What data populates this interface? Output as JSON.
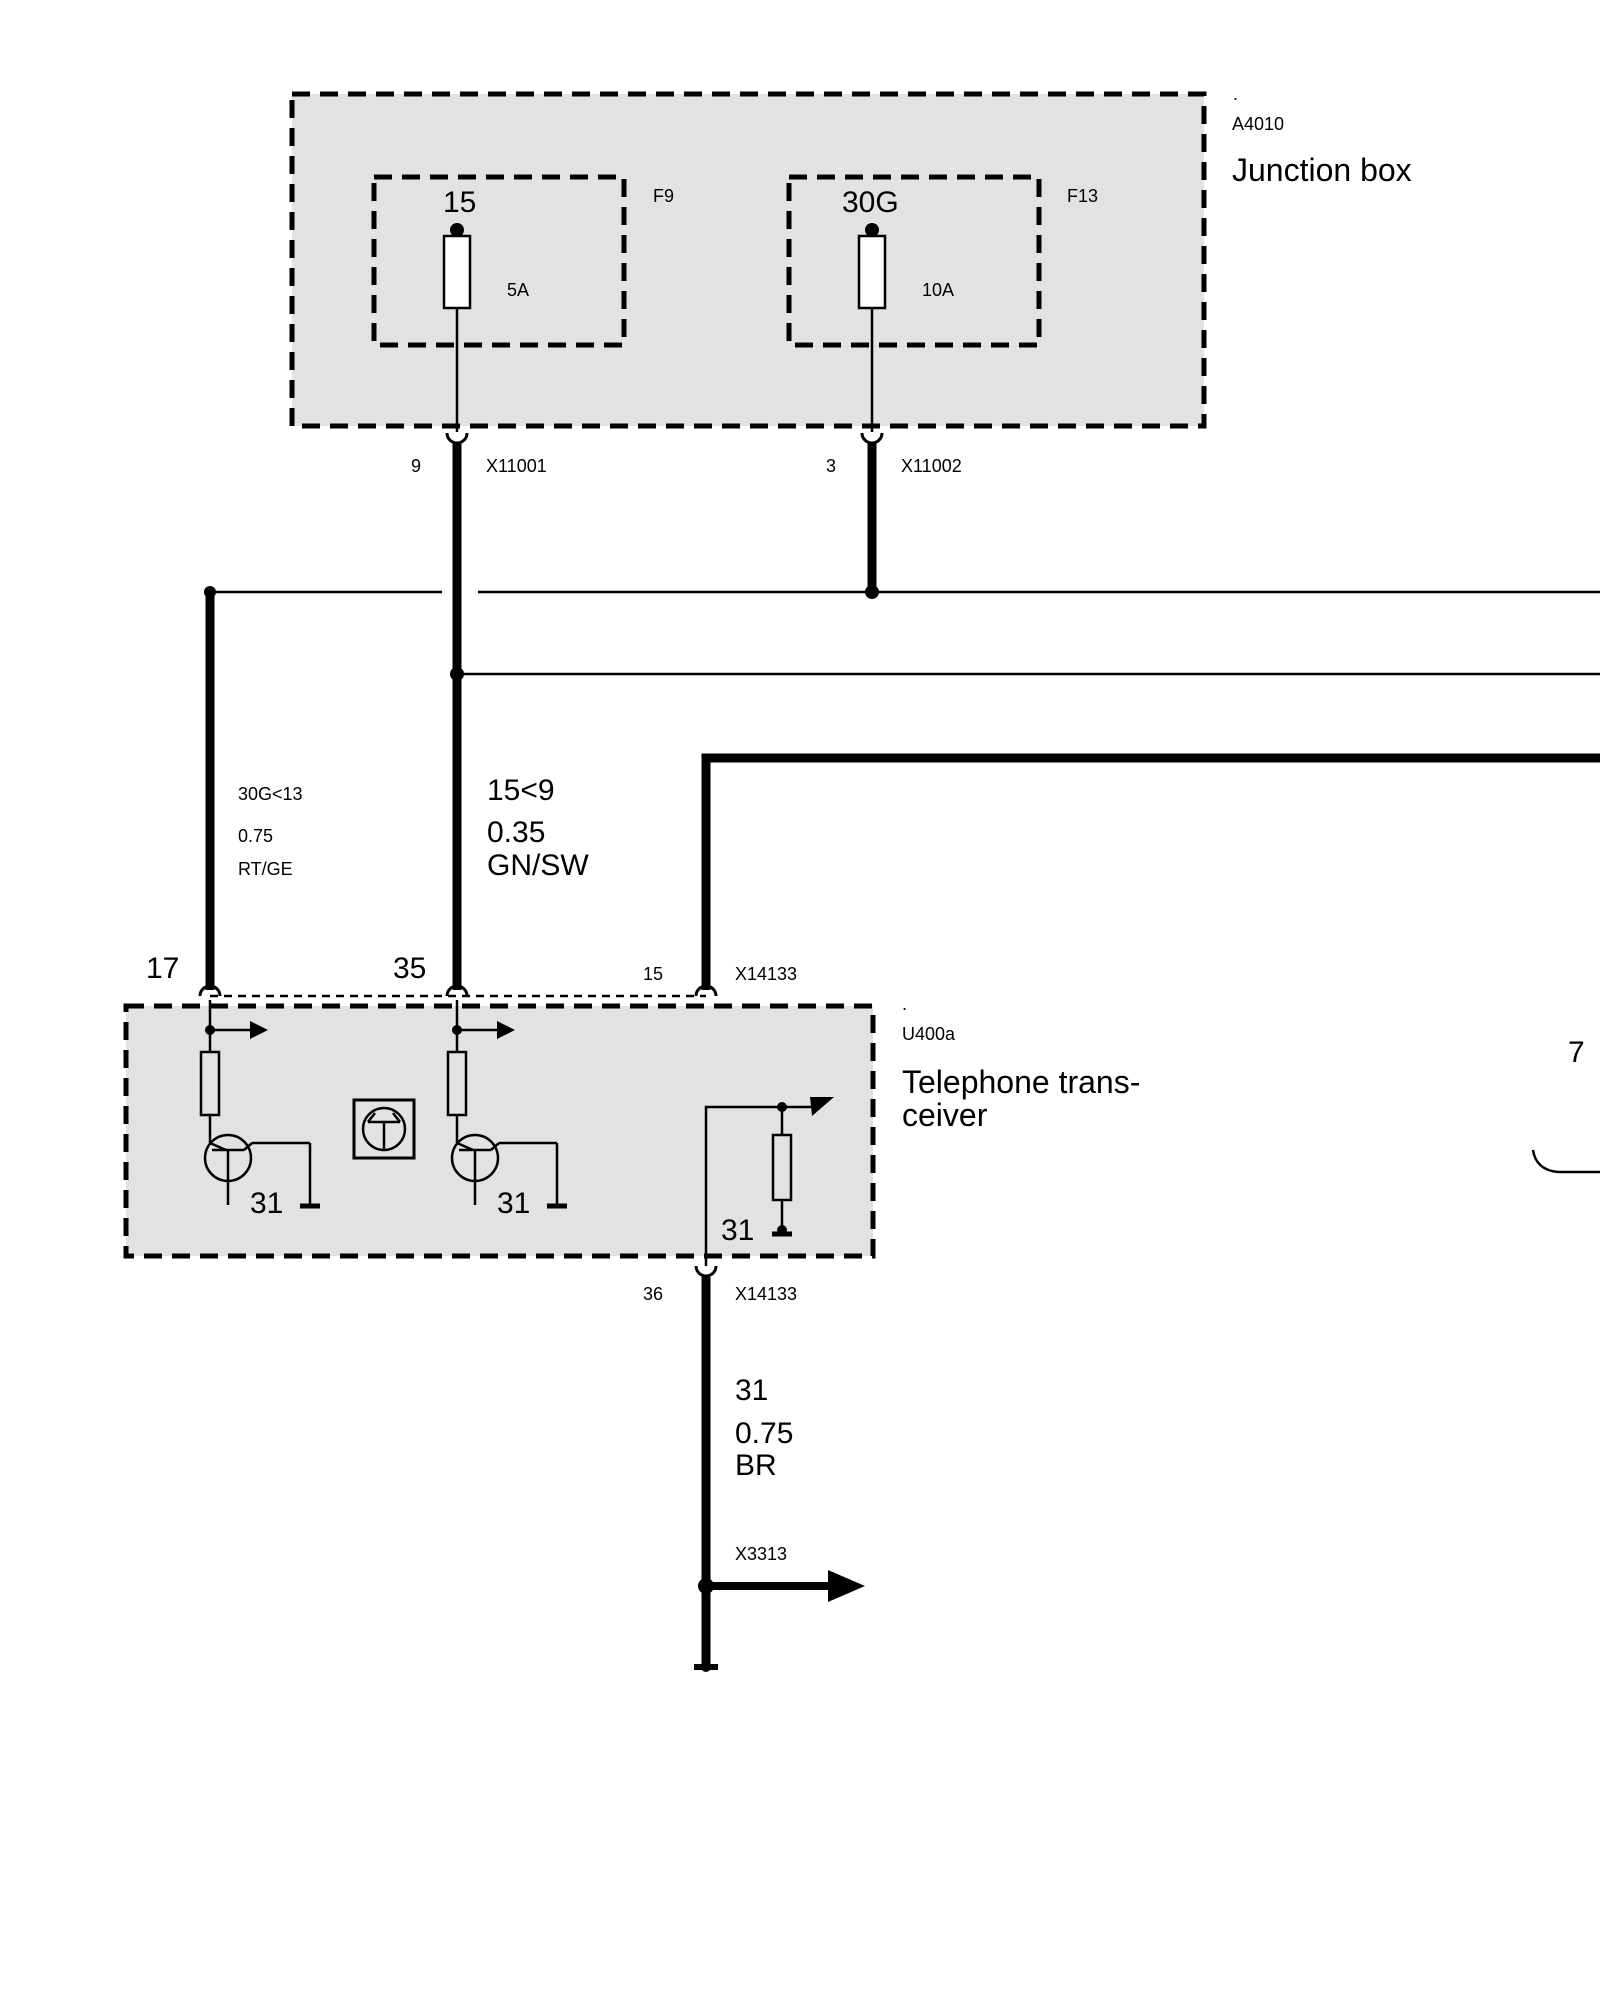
{
  "junction_box": {
    "ref": "A4010",
    "ref_dot": ".",
    "name": "Junction box",
    "fuse_f9": {
      "ref": "F9",
      "terminal": "15",
      "rating": "5A"
    },
    "fuse_f13": {
      "ref": "F13",
      "terminal": "30G",
      "rating": "10A"
    },
    "connector_left": {
      "pin": "9",
      "name": "X11001"
    },
    "connector_right": {
      "pin": "3",
      "name": "X11002"
    }
  },
  "wires": {
    "wire_30g": {
      "signal": "30G<13",
      "gauge": "0.75",
      "color": "RT/GE"
    },
    "wire_15": {
      "signal": "15<9",
      "gauge": "0.35",
      "color": "GN/SW"
    },
    "wire_31": {
      "signal": "31",
      "gauge": "0.75",
      "color": "BR"
    }
  },
  "transceiver": {
    "ref": "U400a",
    "ref_dot": ".",
    "name_line1": "Telephone trans-",
    "name_line2": "ceiver",
    "pin_17": "17",
    "pin_35": "35",
    "pin_15": "15",
    "pin_36": "36",
    "connector_top": "X14133",
    "connector_bottom": "X14133",
    "ground_label_1": "31",
    "ground_label_2": "31",
    "ground_label_3": "31"
  },
  "ground_connector": "X3313",
  "edge_label": "7"
}
